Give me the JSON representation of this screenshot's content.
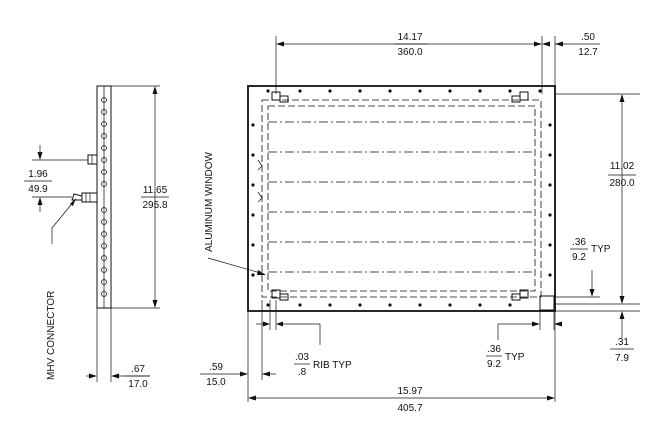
{
  "side_view": {
    "height_dim": {
      "inch": "11.65",
      "mm": "295.8"
    },
    "connector_dim": {
      "inch": "1.96",
      "mm": "49.9"
    },
    "thickness_dim": {
      "inch": ".67",
      "mm": "17.0"
    },
    "connector_label": "MHV CONNECTOR"
  },
  "front_view": {
    "window_label": "ALUMINUM WINDOW",
    "width_top": {
      "inch": "14.17",
      "mm": "360.0"
    },
    "flange_top": {
      "inch": ".50",
      "mm": "12.7"
    },
    "height_right": {
      "inch": "11.02",
      "mm": "280.0"
    },
    "rib_right": {
      "inch": ".36",
      "mm": "9.2",
      "suffix": "TYP"
    },
    "offset_right": {
      "inch": ".31",
      "mm": "7.9"
    },
    "offset_left": {
      "inch": ".59",
      "mm": "15.0"
    },
    "rib_bottom": {
      "inch": ".03",
      "mm": ".8",
      "suffix": "RIB TYP"
    },
    "rib_bottom_right": {
      "inch": ".36",
      "mm": "9.2",
      "suffix": "TYP"
    },
    "overall_width": {
      "inch": "15.97",
      "mm": "405.7"
    }
  }
}
